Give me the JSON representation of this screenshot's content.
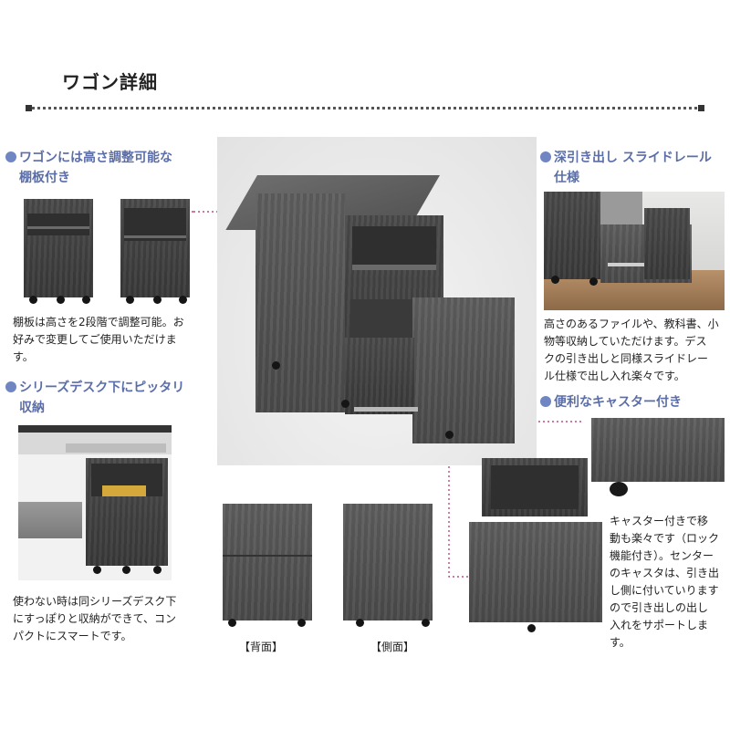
{
  "title": "ワゴン詳細",
  "sections": {
    "shelf": {
      "heading_line1": "ワゴンには高さ調整可能な",
      "heading_line2": "棚板付き",
      "body": [
        "棚板は高さを2段階で調整可能。お",
        "好みで変更してご使用いただけま",
        "す。"
      ]
    },
    "fit": {
      "heading_line1": "シリーズデスク下にピッタリ",
      "heading_line2": "収納",
      "body": [
        "使わない時は同シリーズデスク下",
        "にすっぽりと収納ができて、コン",
        "パクトにスマートです。"
      ]
    },
    "drawer": {
      "heading_line1": "深引き出し スライドレール",
      "heading_line2": "仕様",
      "body": [
        "高さのあるファイルや、教科書、小",
        "物等収納していただけます。デス",
        "クの引き出しと同様スライドレー",
        "ル仕様で出し入れ楽々です。"
      ]
    },
    "caster": {
      "heading": "便利なキャスター付き",
      "body": [
        "キャスター付きで移",
        "動も楽々です（ロック",
        "機能付き）。センター",
        "のキャスタは、引き出",
        "し側に付いていります",
        "ので引き出しの出し",
        "入れをサポートしま",
        "す。"
      ]
    }
  },
  "views": {
    "back": "【背面】",
    "side": "【側面】"
  },
  "colors": {
    "accent_heading": "#5b6ea8",
    "bullet": "#6f86c3",
    "guide": "#b0286d"
  }
}
